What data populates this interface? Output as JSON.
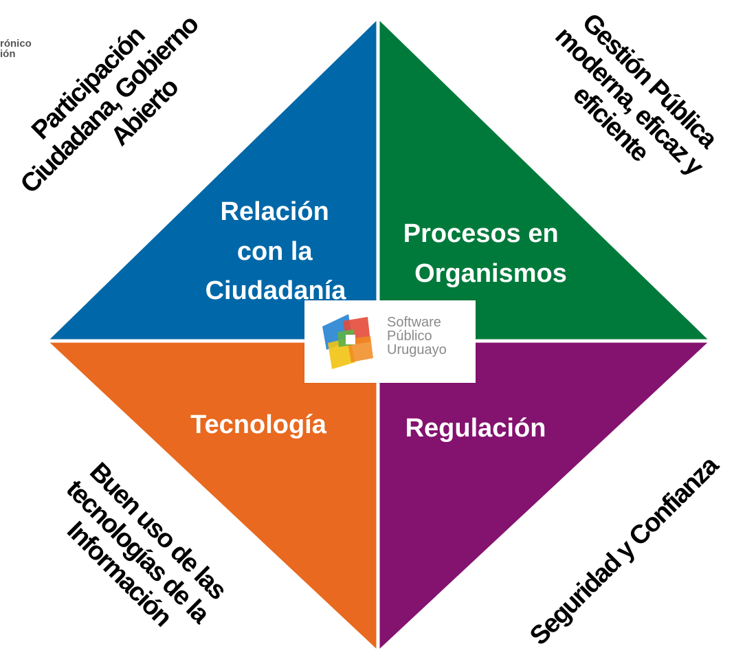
{
  "header_fragment": {
    "line1": "rónico",
    "line2": "ión"
  },
  "quadrants": {
    "top_left": {
      "lines": [
        "Relación",
        "con la",
        "Ciudadanía"
      ],
      "color": "#0068A8"
    },
    "top_right": {
      "lines": [
        "Procesos en",
        "Organismos"
      ],
      "color": "#007A3B"
    },
    "bottom_left": {
      "lines": [
        "Tecnología"
      ],
      "color": "#E8691F"
    },
    "bottom_right": {
      "lines": [
        "Regulación"
      ],
      "color": "#84126F"
    }
  },
  "corners": {
    "top_left": [
      "Participación",
      "Ciudadana, Gobierno",
      "Abierto"
    ],
    "top_right": [
      "Gestión Pública",
      "moderna, eficaz y",
      "eficiente"
    ],
    "bottom_left": [
      "Buen uso de las",
      "tecnologías de la",
      "Información"
    ],
    "bottom_right": [
      "Seguridad y Confianza"
    ]
  },
  "logo": {
    "lines": [
      "Software",
      "Público",
      "Uruguayo"
    ]
  }
}
